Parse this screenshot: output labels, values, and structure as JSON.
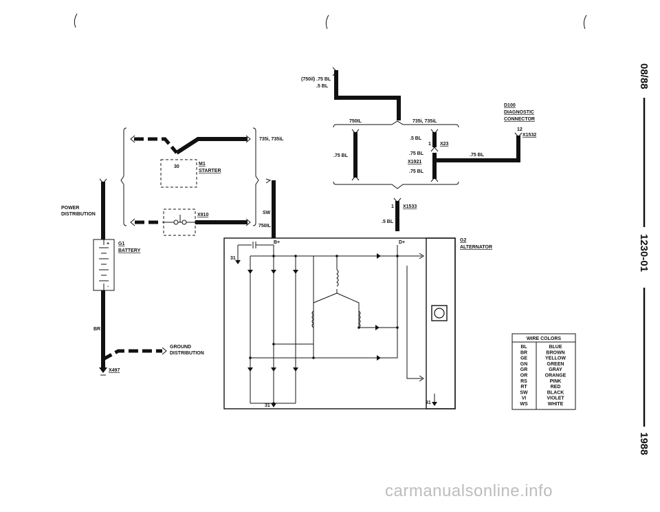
{
  "labels": {
    "diag_label1": "(750il) .75 BL",
    "diag_label2": ".5 BL",
    "diag_label_750il": "750IL",
    "diag_label_735": "735i, 735iL",
    "diag_label_5bl": ".5 BL",
    "diag_label_x23num": "1",
    "diag_label_x23": "X23",
    "diag_label_75bl_a": ".75 BL",
    "diag_label_x1921": "X1921",
    "diag_label_75bl_b": ".75 BL",
    "diag_label_75bl_left": ".75 BL",
    "diag_label_75bl_right": ".75 BL",
    "d100": "D100",
    "diagnostic": "DIAGNOSTIC",
    "connector": "CONNECTOR",
    "pin12": "12",
    "x1532": "X1532",
    "x1533num": "1",
    "x1533": "X1533",
    "x1533_wire": ".5 BL",
    "starter_group": "735i, 735iL",
    "pin30": "30",
    "m1": "M1",
    "starter": "STARTER",
    "x910": "X910",
    "sw": "SW",
    "i750": "750IL",
    "power": "POWER",
    "distribution": "DISTRIBUTION",
    "g1": "G1",
    "battery": "BATTERY",
    "plus": "+",
    "minus": "-",
    "br": "BR",
    "ground": "GROUND",
    "ground_dist": "DISTRIBUTION",
    "x497": "X497",
    "bplus": "B+",
    "dplus": "D+",
    "g2": "G2",
    "alternator": "ALTERNATOR",
    "t31a": "31",
    "t31b": "31",
    "t31c": "31"
  },
  "side": {
    "code1": "08/88",
    "code2": "1230-01",
    "year": "1988"
  },
  "wire_colors": {
    "title": "WIRE COLORS",
    "rows": [
      {
        "code": "BL",
        "name": "BLUE"
      },
      {
        "code": "BR",
        "name": "BROWN"
      },
      {
        "code": "GE",
        "name": "YELLOW"
      },
      {
        "code": "GN",
        "name": "GREEN"
      },
      {
        "code": "GR",
        "name": "GRAY"
      },
      {
        "code": "OR",
        "name": "ORANGE"
      },
      {
        "code": "RS",
        "name": "PINK"
      },
      {
        "code": "RT",
        "name": "RED"
      },
      {
        "code": "SW",
        "name": "BLACK"
      },
      {
        "code": "VI",
        "name": "VIOLET"
      },
      {
        "code": "WS",
        "name": "WHITE"
      }
    ]
  },
  "watermark": "carmanualsonline.info"
}
